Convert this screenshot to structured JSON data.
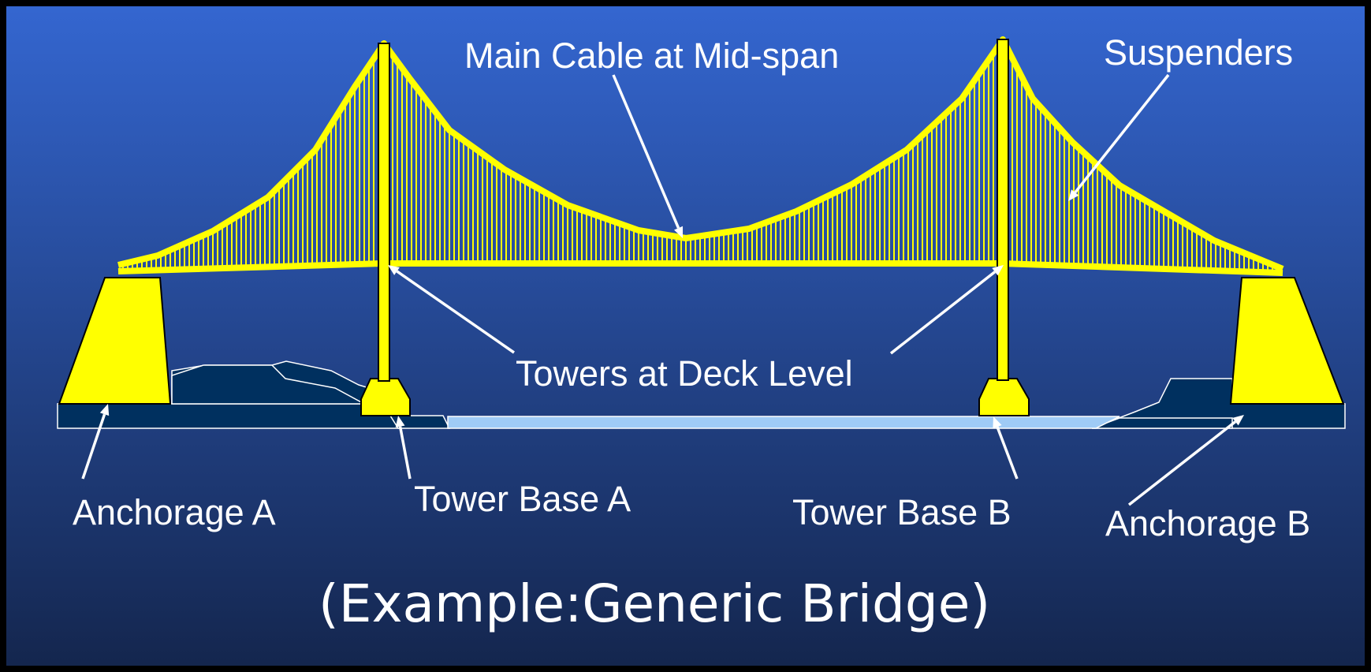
{
  "colors": {
    "background_top": "#3466d0",
    "background_bottom": "#14264e",
    "bridge_structure": "#ffff00",
    "bridge_outline": "#000000",
    "land": "#00305f",
    "water": "#9fcbf6",
    "callout": "#ffffff"
  },
  "labels": {
    "main_cable": "Main Cable at Mid-span",
    "suspenders": "Suspenders",
    "towers_deck": "Towers at Deck Level",
    "anchorage_a": "Anchorage A",
    "tower_base_a": "Tower Base A",
    "tower_base_b": "Tower Base B",
    "anchorage_b": "Anchorage B"
  },
  "caption": "(Example:Generic Bridge)"
}
